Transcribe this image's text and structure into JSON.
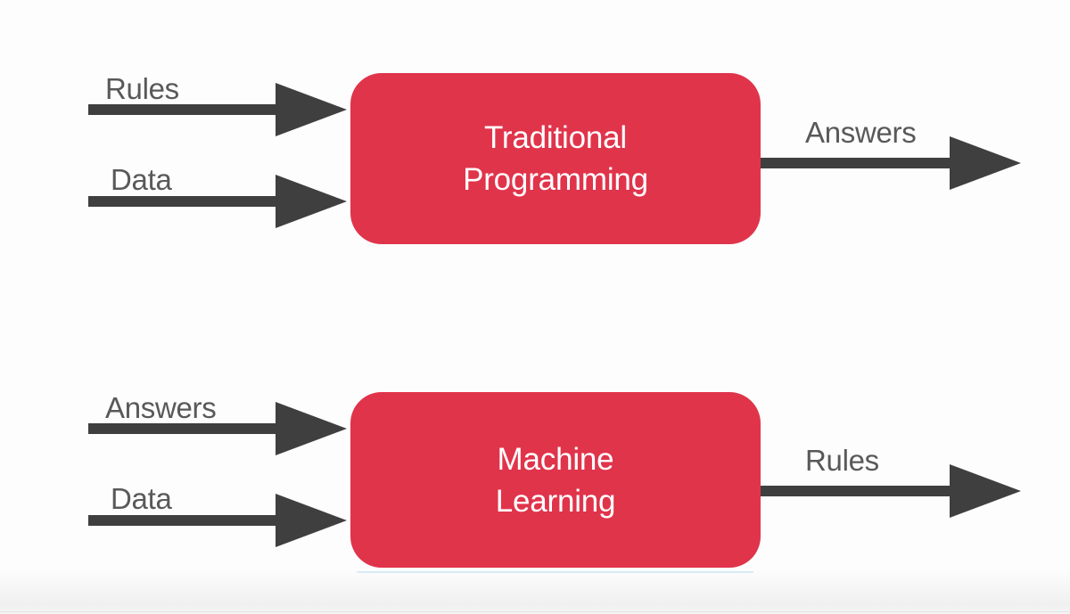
{
  "colors": {
    "background": "#fdfdfd",
    "box_fill": "#e0344b",
    "arrow": "#3f3f3f",
    "label_text": "#595959",
    "box_text": "#ffffff"
  },
  "diagrams": [
    {
      "name": "Traditional Programming flow",
      "box_lines": [
        "Traditional",
        "Programming"
      ],
      "inputs": [
        {
          "label": "Rules"
        },
        {
          "label": "Data"
        }
      ],
      "output": {
        "label": "Answers"
      }
    },
    {
      "name": "Machine Learning flow",
      "box_lines": [
        "Machine",
        "Learning"
      ],
      "inputs": [
        {
          "label": "Answers"
        },
        {
          "label": "Data"
        }
      ],
      "output": {
        "label": "Rules"
      }
    }
  ]
}
